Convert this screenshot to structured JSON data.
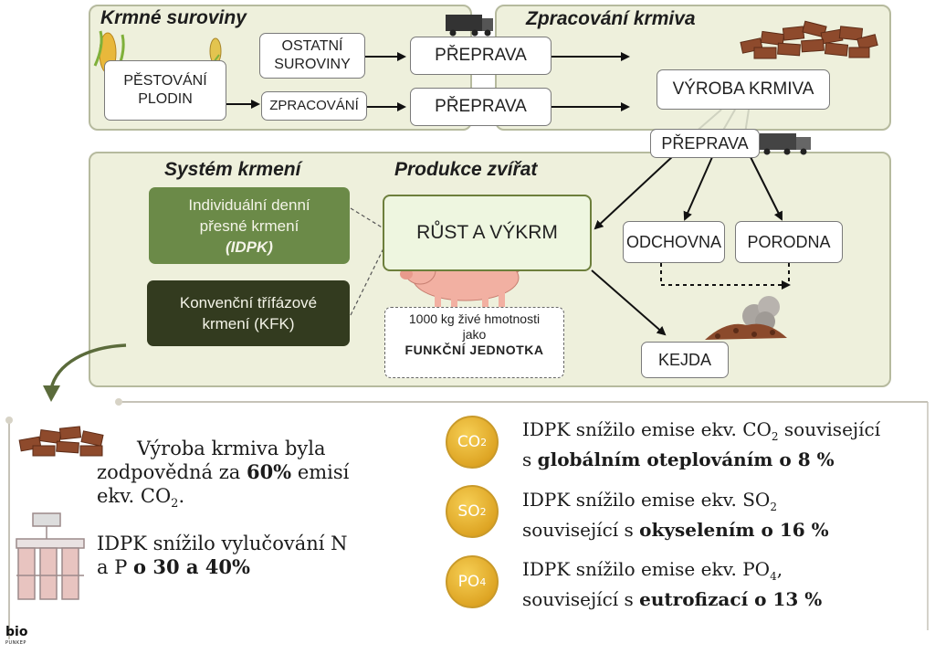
{
  "top_left": {
    "title": "Krmné suroviny",
    "growing": "PĚSTOVÁNÍ\nPLODIN",
    "other": "OSTATNÍ\nSUROVINY",
    "processing": "ZPRACOVÁNÍ"
  },
  "transport_1": "PŘEPRAVA",
  "transport_2": "PŘEPRAVA",
  "top_right": {
    "title": "Zpracování krmiva",
    "production": "VÝROBA KRMIVA"
  },
  "transport_3": "PŘEPRAVA",
  "feeding_system": {
    "title": "Systém krmení",
    "idpk_line1": "Individuální denní\npřesné krmení",
    "idpk_line2": "(IDPK)",
    "kfk": "Konvenční třífázové\nkrmení (KFK)"
  },
  "production": {
    "title": "Produkce zvířat",
    "growth": "RŮST A VÝKRM",
    "rearing": "ODCHOVNA",
    "farrowing": "PORODNA",
    "slurry": "KEJDA",
    "unit_line1": "1000 kg živé hmotnosti",
    "unit_line2": "jako",
    "unit_line3": "FUNKČNÍ JEDNOTKA"
  },
  "results": {
    "feed": {
      "t1": "Výroba krmiva byla",
      "t2": "zodpovědná za ",
      "b2": "60%",
      "t3": " emisí",
      "t4": "ekv. CO",
      "t4sub": "2",
      "t4end": "."
    },
    "excretion": {
      "t1": "IDPK snížilo vylučování N",
      "t2": "a P ",
      "b2": "o 30 a 40%"
    },
    "co2": {
      "coin": "CO",
      "coin_sub": "2",
      "t1": "IDPK snížilo emise ekv. CO",
      "t1sub": "2",
      "t1end": " související",
      "t2": "s ",
      "b2": "globálním oteplováním o 8 %"
    },
    "so2": {
      "coin": "SO",
      "coin_sub": "2",
      "t1": "IDPK snížilo emise ekv. SO",
      "t1sub": "2",
      "t2": "související s ",
      "b2": "okyselením o 16 %"
    },
    "po4": {
      "coin": "PO",
      "coin_sub": "4",
      "t1": "IDPK snížilo emise ekv. PO",
      "t1sub": "4",
      "t1end": ",",
      "t2": "související s ",
      "b2": "eutrofizací o 13 %"
    }
  },
  "logo": {
    "line1": "bio",
    "line2": "PUNKEP"
  },
  "colors": {
    "panel": "#eef0dc",
    "idpk": "#6b8a48",
    "kfk": "#333b1f",
    "coin": "#e2ad2b"
  }
}
